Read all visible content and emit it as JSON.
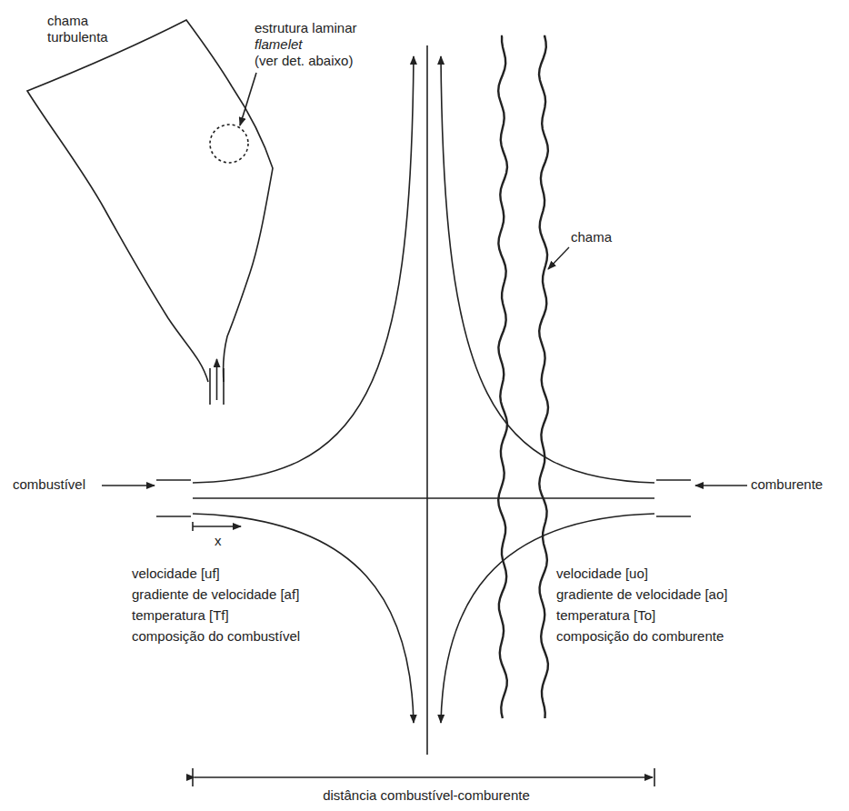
{
  "diagram": {
    "labels": [
      "chama turbulenta",
      "estrutura laminar",
      "flamelet",
      "(ver det. abaixo)",
      "chama",
      "combustível",
      "comburente",
      "x",
      "velocidade [uf]",
      "gradiente de velocidade [af]",
      "temperatura [Tf]",
      "composição do combustível",
      "velocidade [uo]",
      "gradiente de velocidade [ao]",
      "temperatura [To]",
      "composição do comburente",
      "distância combustível-comburente"
    ]
  }
}
